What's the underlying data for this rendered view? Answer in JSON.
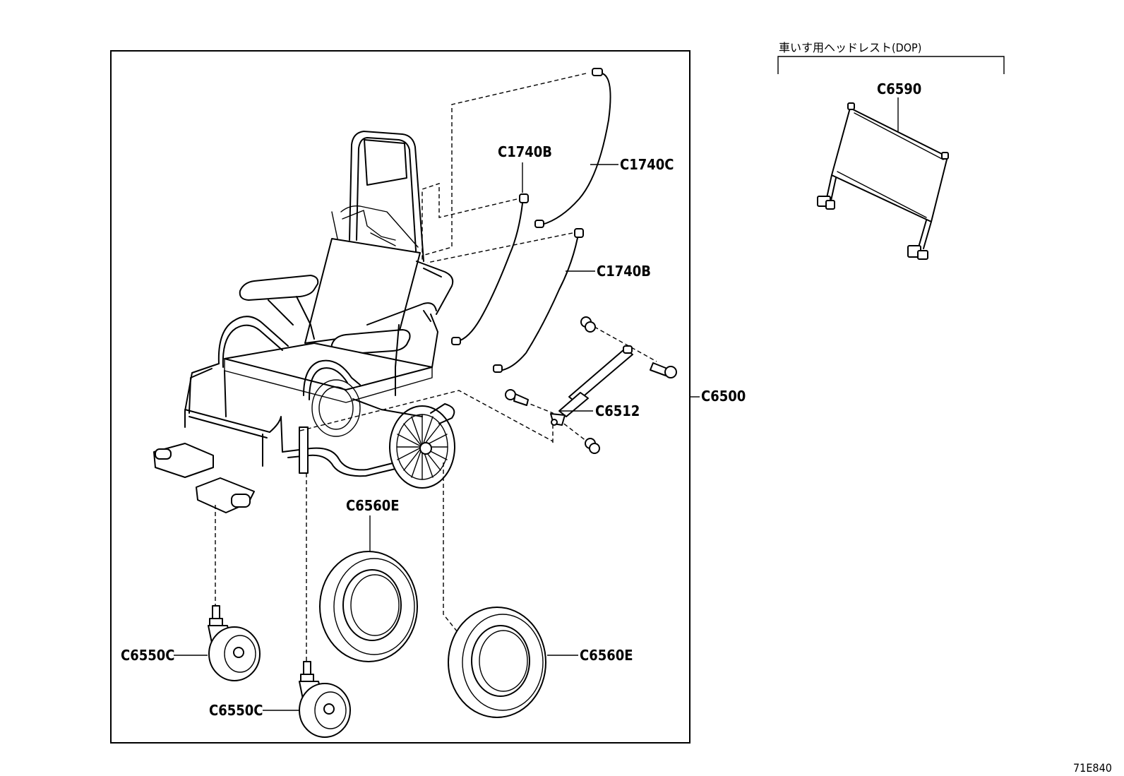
{
  "headrest_group_title": "車いす用ヘッドレスト(DOP)",
  "diagram_code": "71E840",
  "parts": {
    "c6590": "C6590",
    "c6500": "C6500",
    "c1740b_top": "C1740B",
    "c1740c": "C1740C",
    "c1740b_mid": "C1740B",
    "c6512": "C6512",
    "c6560e_left": "C6560E",
    "c6560e_right": "C6560E",
    "c6550c_left": "C6550C",
    "c6550c_bottom": "C6550C"
  }
}
